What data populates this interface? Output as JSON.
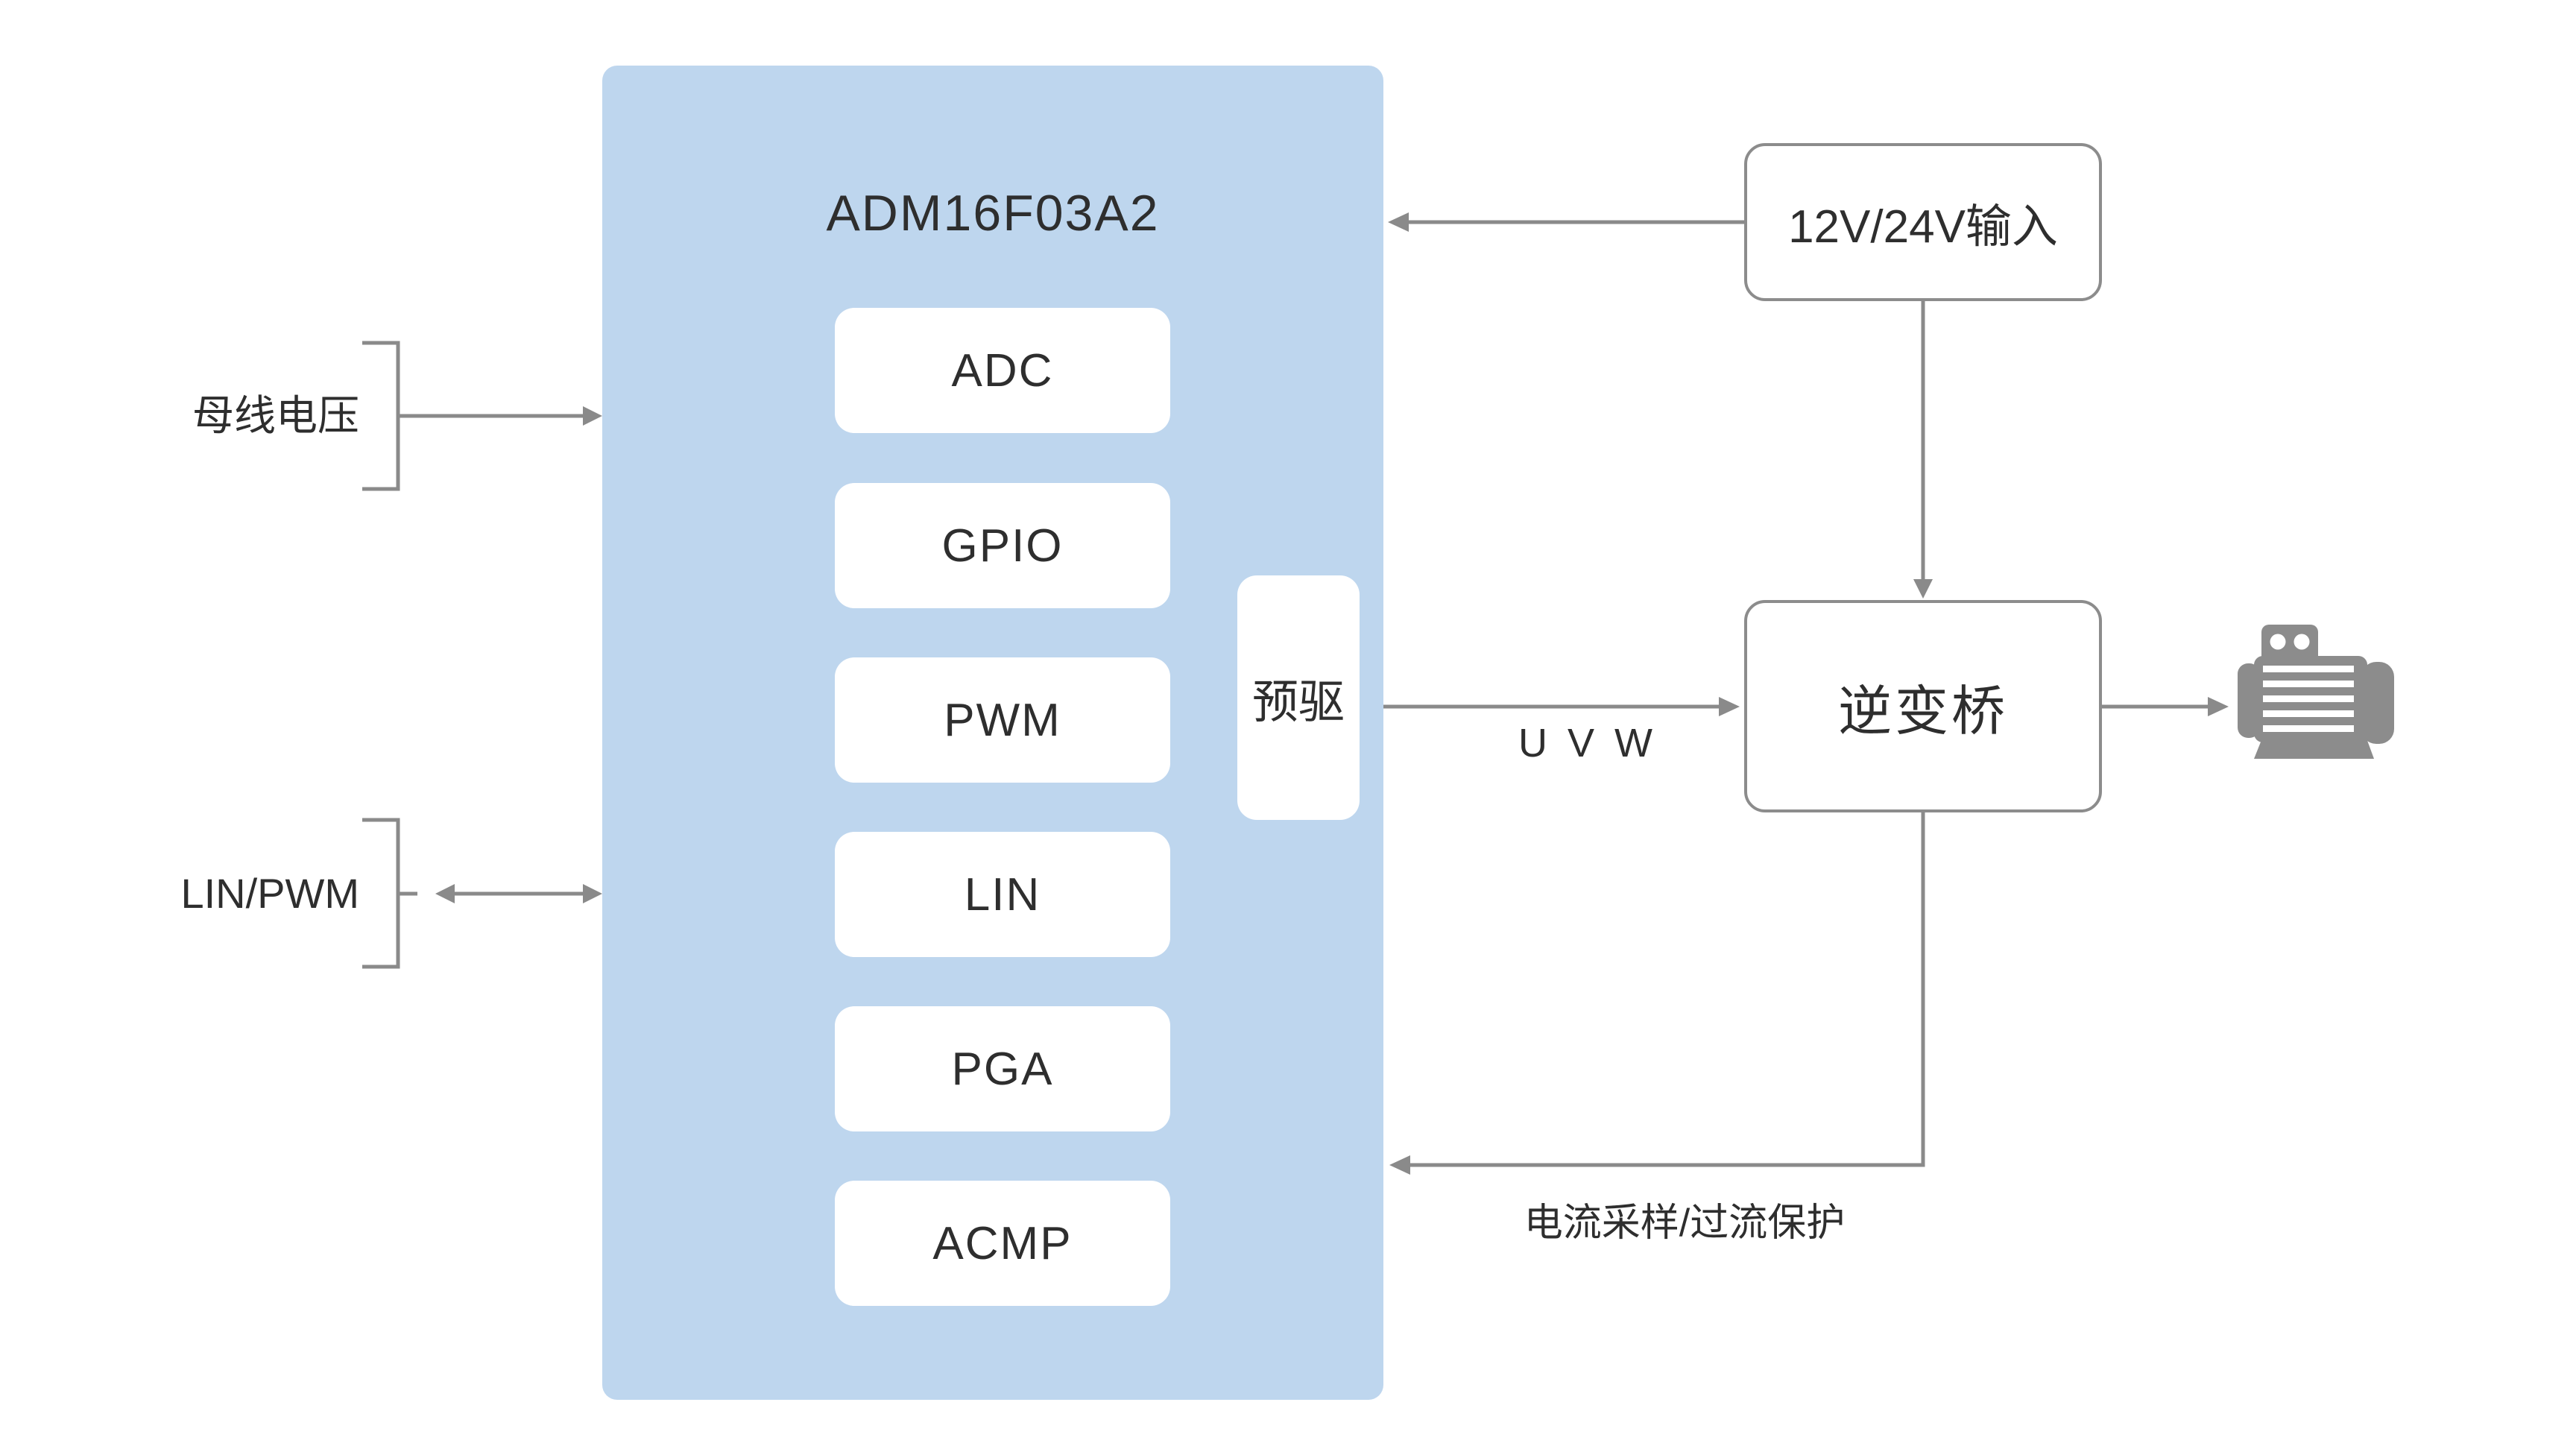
{
  "colors": {
    "chip_fill": "#bed6ee",
    "line": "#8a8a8a",
    "border": "#8c8c8c",
    "text": "#2e2e2e",
    "motor": "#8c8c8c",
    "background": "#ffffff"
  },
  "chip": {
    "title": "ADM16F03A2",
    "modules": [
      "ADC",
      "GPIO",
      "PWM",
      "LIN",
      "PGA",
      "ACMP"
    ],
    "predriver": "预驱"
  },
  "left_signals": {
    "bus_voltage": "母线电压",
    "lin_pwm": "LIN/PWM"
  },
  "right_blocks": {
    "power_input": "12V/24V输入",
    "inverter": "逆变桥"
  },
  "annotations": {
    "phases": "U V W",
    "feedback": "电流采样/过流保护"
  },
  "icons": {
    "motor": "motor-icon"
  }
}
